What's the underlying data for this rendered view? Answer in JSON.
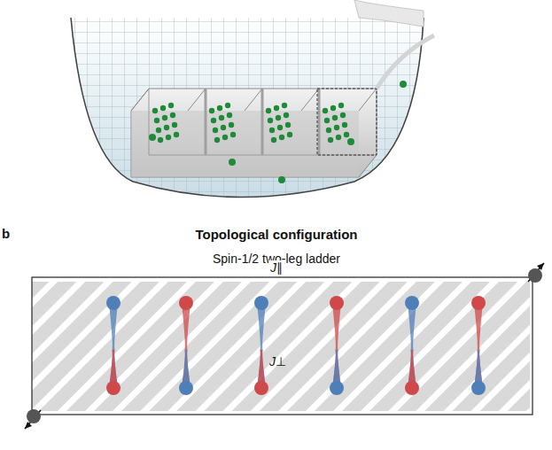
{
  "diagram": {
    "title": "Topological configuration",
    "labels": [
      "b",
      "Spin-1/2 two-leg ladder",
      "J∥",
      "J⊥"
    ]
  }
}
